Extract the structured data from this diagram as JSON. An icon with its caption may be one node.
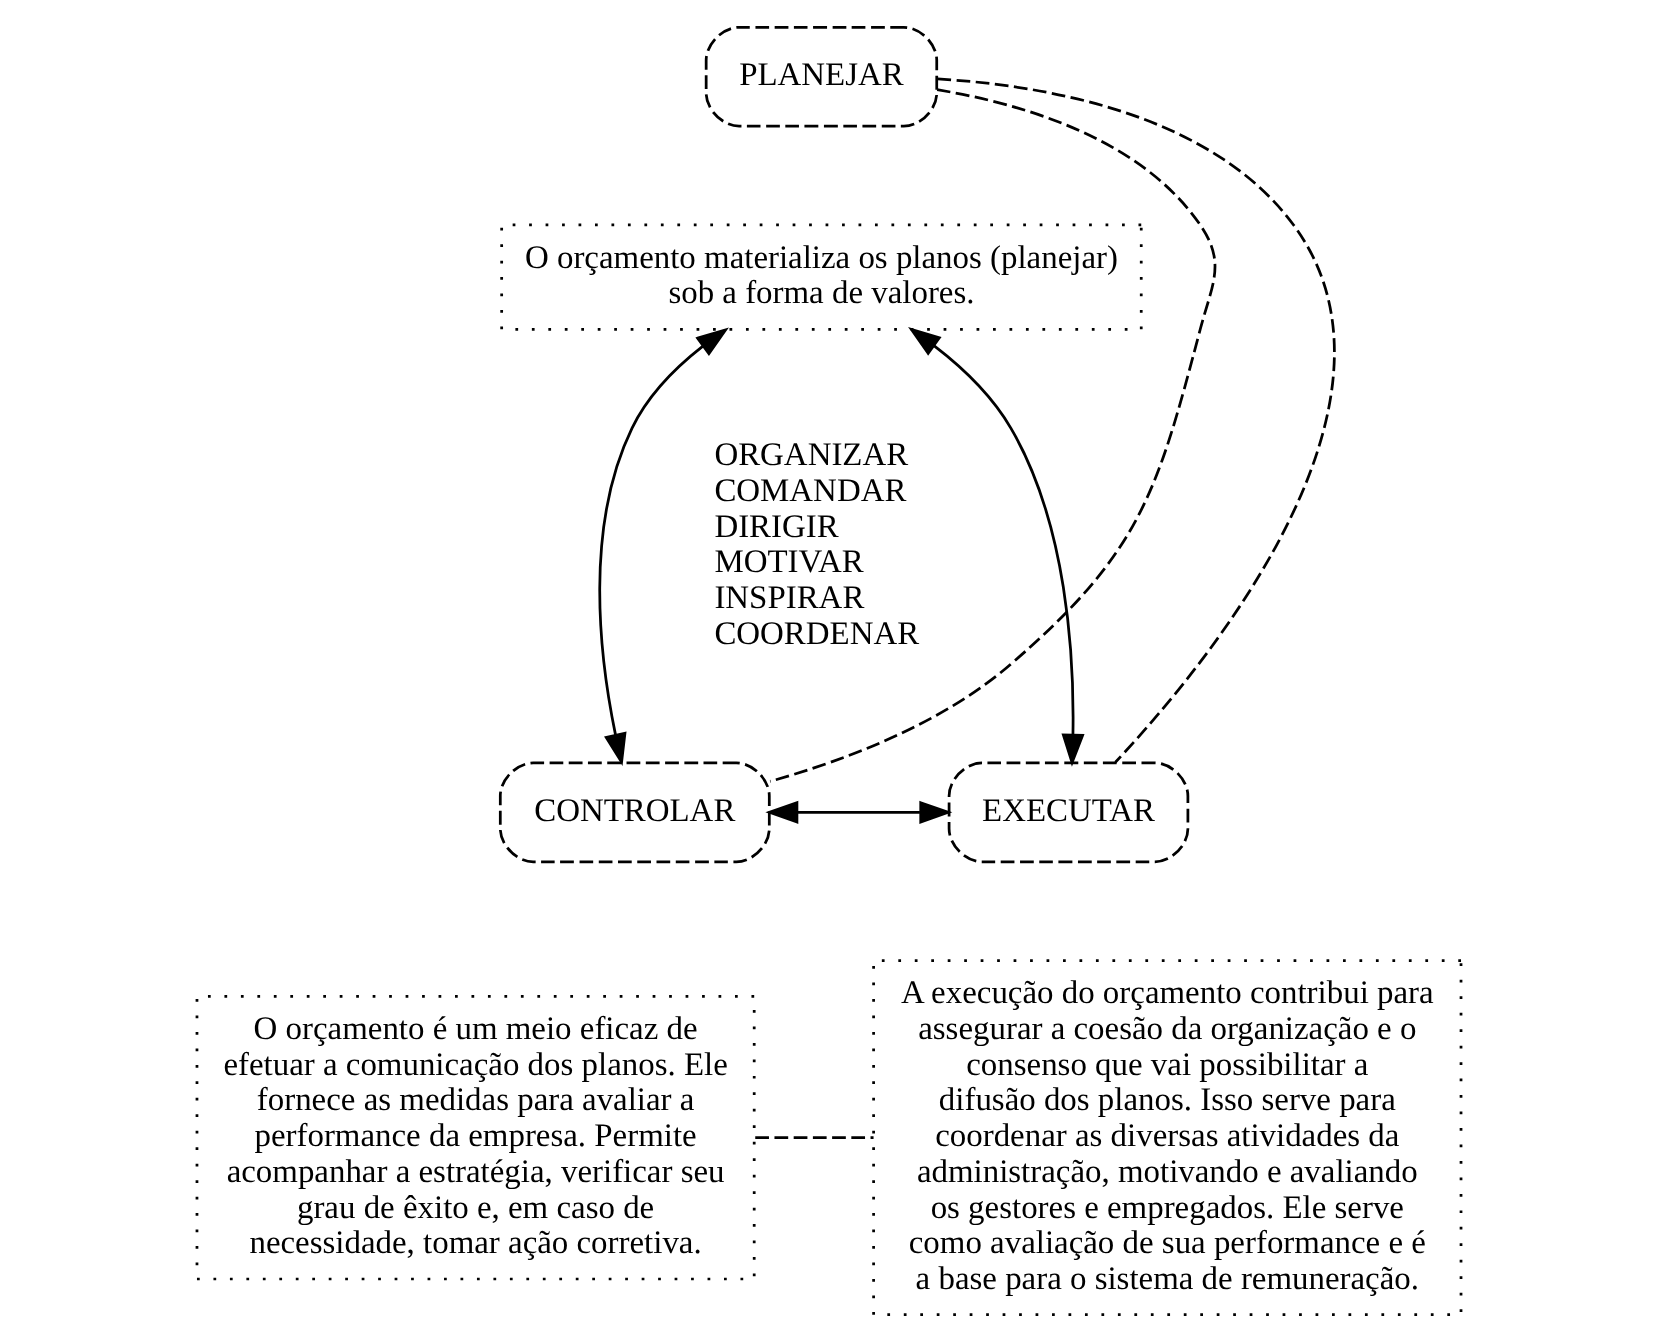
{
  "diagram": {
    "nodes": [
      {
        "text": [
          "PLANEJAR"
        ]
      },
      {
        "text": [
          "O orçamento materializa os planos (planejar) sob a forma de valores."
        ]
      },
      {
        "text": [
          "CONTROLAR"
        ]
      },
      {
        "text": [
          "O orçamento é um meio eficaz de efetuar a comunicação dos planos. Ele fornece as medidas para avaliar a performance da empresa. Permite acompanhar a estratégia, verificar seu grau de êxito e, em caso de necessidade, tomar ação corretiva."
        ]
      },
      {
        "text": [
          "EXECUTAR"
        ]
      },
      {
        "text": [
          "A execução do orçamento contribui para assegurar a coesão da organização e o consenso que vai possibilitar a difusão dos planos. Isso serve para coordenar as diversas atividades da administração, motivando e avaliando os gestores e empregados. Ele serve como avaliação de sua performance e é a base para o sistema de remuneração."
        ]
      }
    ],
    "edges": [
      {
        "from": 0,
        "to": 2,
        "arrow": "none",
        "style": "dashed"
      },
      {
        "from": 0,
        "to": 4,
        "arrow": "none",
        "style": "dashed"
      },
      {
        "from": 1,
        "to": 2,
        "arrow": "both"
      },
      {
        "from": 1,
        "to": 4,
        "arrow": "both"
      },
      {
        "from": 2,
        "to": 4,
        "arrow": "both"
      },
      {
        "from": 3,
        "to": 5,
        "arrow": "none",
        "style": "dashed"
      }
    ],
    "labels": [
      "ORGANIZAR",
      "COMANDAR",
      "DIRIGIR",
      "MOTIVAR",
      "INSPIRAR",
      "COORDENAR"
    ]
  }
}
